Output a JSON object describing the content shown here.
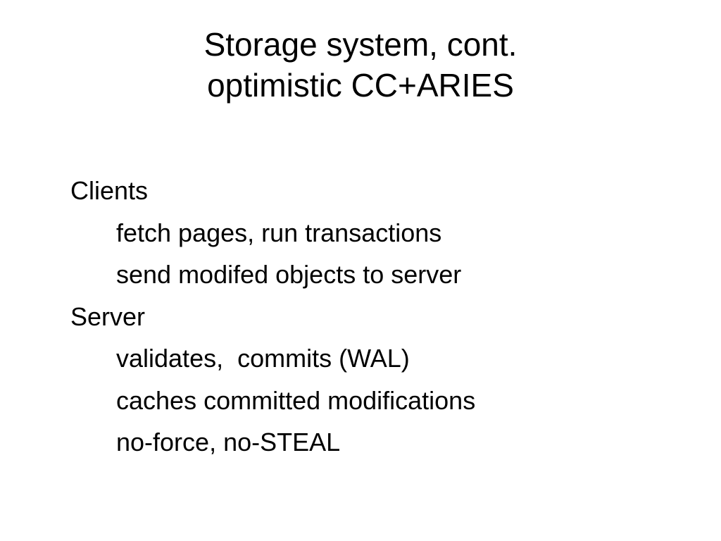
{
  "slide": {
    "title_lines": [
      "Storage system, cont.",
      "optimistic CC+ARIES"
    ],
    "body_lines": [
      {
        "level": 1,
        "text": "Clients"
      },
      {
        "level": 2,
        "text": "fetch pages, run transactions"
      },
      {
        "level": 2,
        "text": "send modifed objects to server"
      },
      {
        "level": 1,
        "text": "Server"
      },
      {
        "level": 2,
        "text": "validates,  commits (WAL)"
      },
      {
        "level": 2,
        "text": "caches committed modifications"
      },
      {
        "level": 2,
        "text": "no-force, no-STEAL"
      }
    ]
  }
}
